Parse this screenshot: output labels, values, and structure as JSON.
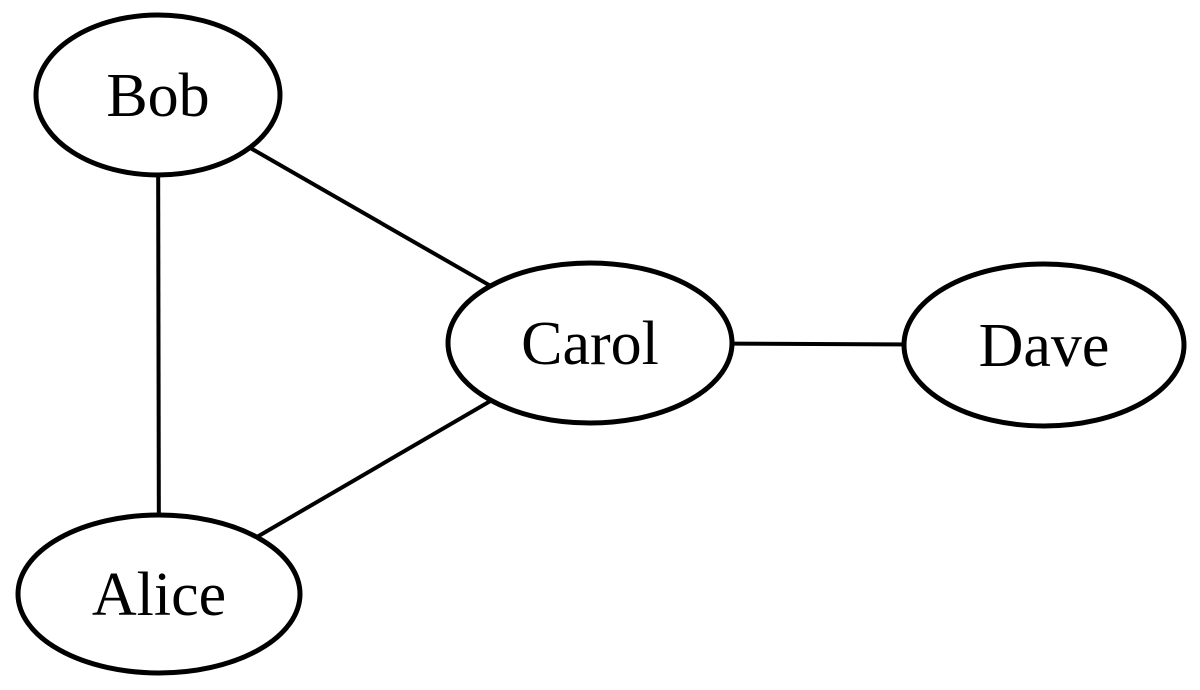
{
  "diagram": {
    "type": "undirected-graph",
    "background_color": "#ffffff",
    "stroke_color": "#000000",
    "text_color": "#000000",
    "nodes": [
      {
        "id": "bob",
        "label": "Bob"
      },
      {
        "id": "carol",
        "label": "Carol"
      },
      {
        "id": "dave",
        "label": "Dave"
      },
      {
        "id": "alice",
        "label": "Alice"
      }
    ],
    "edges": [
      {
        "from": "Bob",
        "to": "Alice"
      },
      {
        "from": "Bob",
        "to": "Carol"
      },
      {
        "from": "Alice",
        "to": "Carol"
      },
      {
        "from": "Carol",
        "to": "Dave"
      }
    ]
  }
}
